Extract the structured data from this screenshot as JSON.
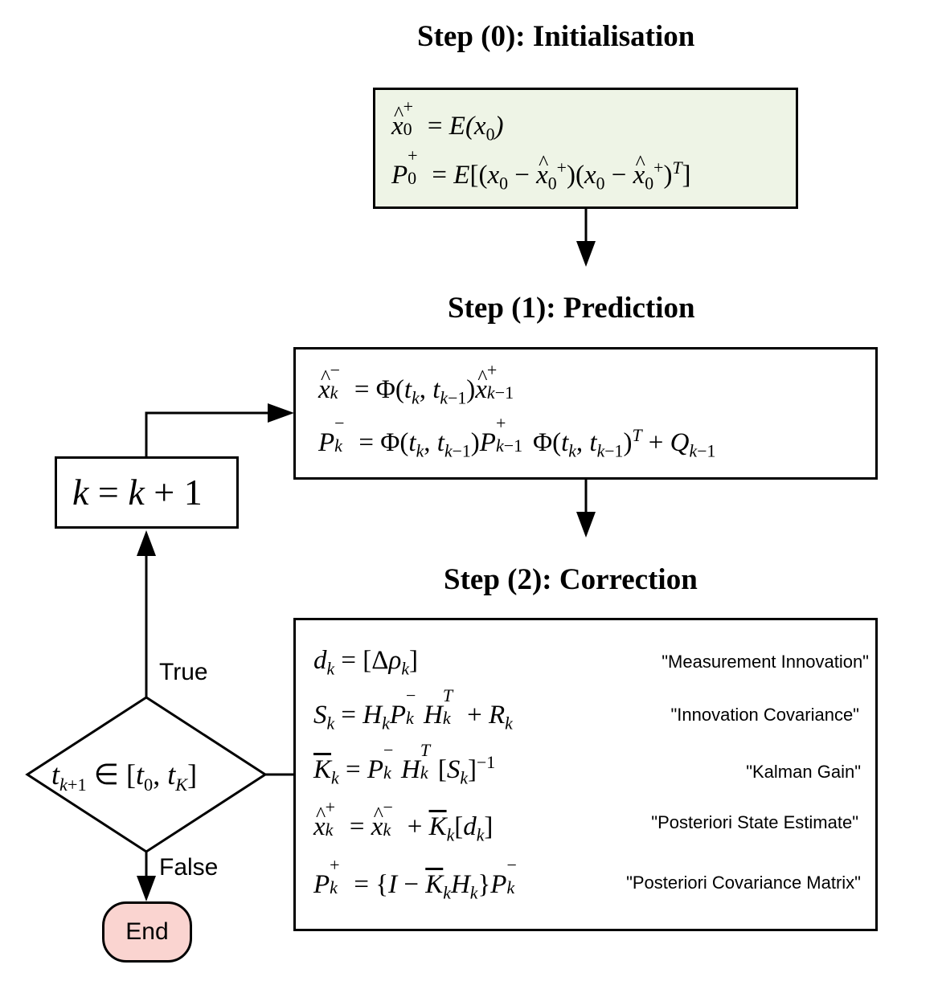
{
  "titles": {
    "init": "Step (0): Initialisation",
    "prediction": "Step (1): Prediction",
    "correction": "Step (2): Correction"
  },
  "init_equations": [
    "x̂₀⁺ = E(x₀)",
    "P₀⁺ = E[(x₀ − x̂₀⁺)(x₀ − x̂₀⁺)ᵀ]"
  ],
  "prediction_equations": [
    "x̂ₖ⁻ = Φ(tₖ, tₖ₋₁)x̂ₖ₋₁⁺",
    "Pₖ⁻ = Φ(tₖ, tₖ₋₁)Pₖ₋₁⁺ Φ(tₖ, tₖ₋₁)ᵀ + Qₖ₋₁"
  ],
  "correction_rows": [
    {
      "equation": "dₖ = [Δρₖ]",
      "description": "\"Measurement Innovation\""
    },
    {
      "equation": "Sₖ = HₖPₖ⁻Hₖᵀ + Rₖ",
      "description": "\"Innovation Covariance\""
    },
    {
      "equation": "K̄ₖ = Pₖ⁻Hₖᵀ[Sₖ]⁻¹",
      "description": "\"Kalman Gain\""
    },
    {
      "equation": "x̂ₖ⁺ = x̂ₖ⁻ + K̄ₖ[dₖ]",
      "description": "\"Posteriori State Estimate\""
    },
    {
      "equation": "Pₖ⁺ = {I − K̄ₖHₖ}Pₖ⁻",
      "description": "\"Posteriori Covariance Matrix\""
    }
  ],
  "increment": "k = k + 1",
  "decision": "tₖ₊₁ ∈ [t₀, t_K]",
  "labels": {
    "true": "True",
    "false": "False"
  },
  "end": "End",
  "colors": {
    "init_fill": "#eef4e6",
    "end_fill": "#fad4d0",
    "stroke": "#000000"
  }
}
